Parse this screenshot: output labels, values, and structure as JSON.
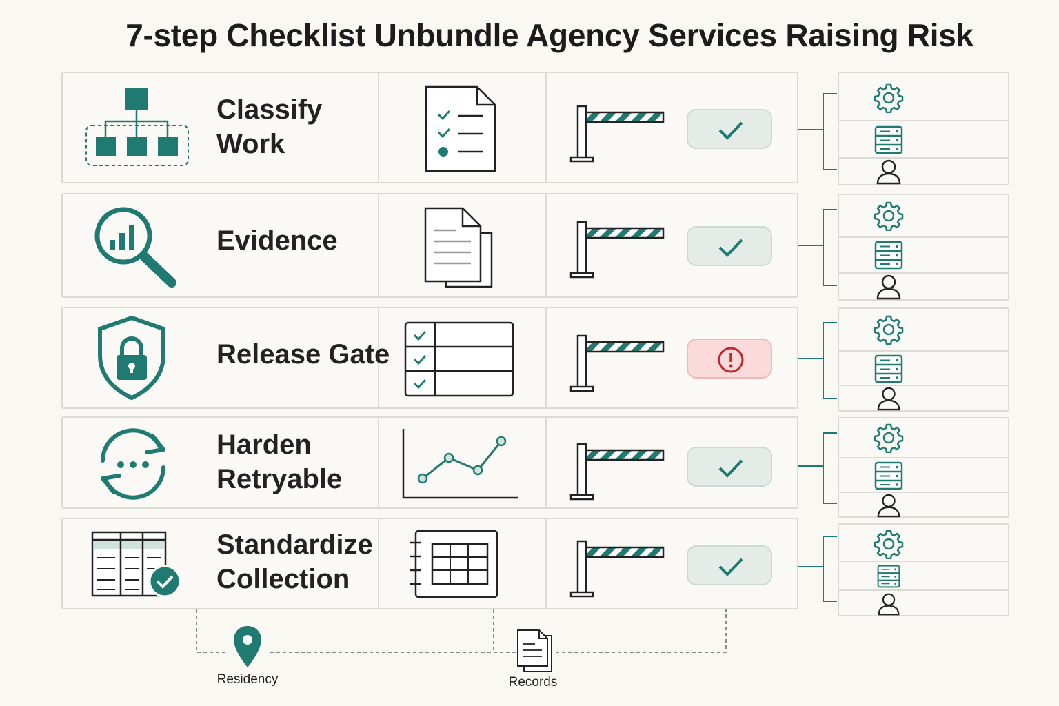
{
  "title": "7-step Checklist Unbundle Agency Services Raising Risk",
  "colors": {
    "accent": "#1f7a72",
    "ok_bg": "#e5ece7",
    "alert_bg": "#fadada",
    "alert": "#c0282d"
  },
  "steps": [
    {
      "label": "Classify\nWork",
      "icon": "hierarchy-icon",
      "doc_icon": "checklist-document-icon",
      "status": "ok"
    },
    {
      "label": "Evidence",
      "icon": "magnifier-chart-icon",
      "doc_icon": "stacked-documents-icon",
      "status": "ok"
    },
    {
      "label": "Release Gate",
      "icon": "shield-lock-icon",
      "doc_icon": "checklist-table-icon",
      "status": "alert"
    },
    {
      "label": "Harden\nRetryable",
      "icon": "retry-cycle-icon",
      "doc_icon": "line-chart-icon",
      "status": "ok"
    },
    {
      "label": "Standardize\nCollection",
      "icon": "table-check-icon",
      "doc_icon": "grid-notebook-icon",
      "status": "ok"
    }
  ],
  "side_icons": [
    "gear-icon",
    "server-icon",
    "user-icon"
  ],
  "bottom": {
    "residency_label": "Residency",
    "records_label": "Records"
  }
}
